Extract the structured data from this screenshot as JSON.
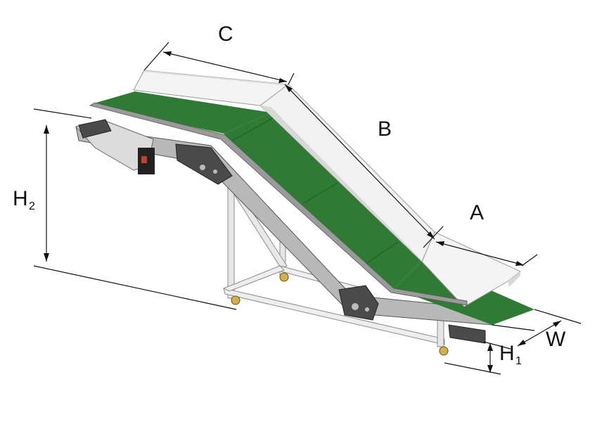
{
  "diagram": {
    "labels": {
      "A": "A",
      "B": "B",
      "C": "C",
      "H1_main": "H",
      "H1_sub": "1",
      "H2_main": "H",
      "H2_sub": "2",
      "W": "W"
    },
    "colors": {
      "belt": "#2f7a35",
      "belt_dark": "#1f5a25",
      "guard": "#f2f2f2",
      "guard_shadow": "#d8d8d8",
      "frame": "#9a9a9a",
      "frame_dark": "#555555",
      "leg": "#e6e6e6",
      "caster": "#d4b04a",
      "motor": "#222222"
    }
  }
}
